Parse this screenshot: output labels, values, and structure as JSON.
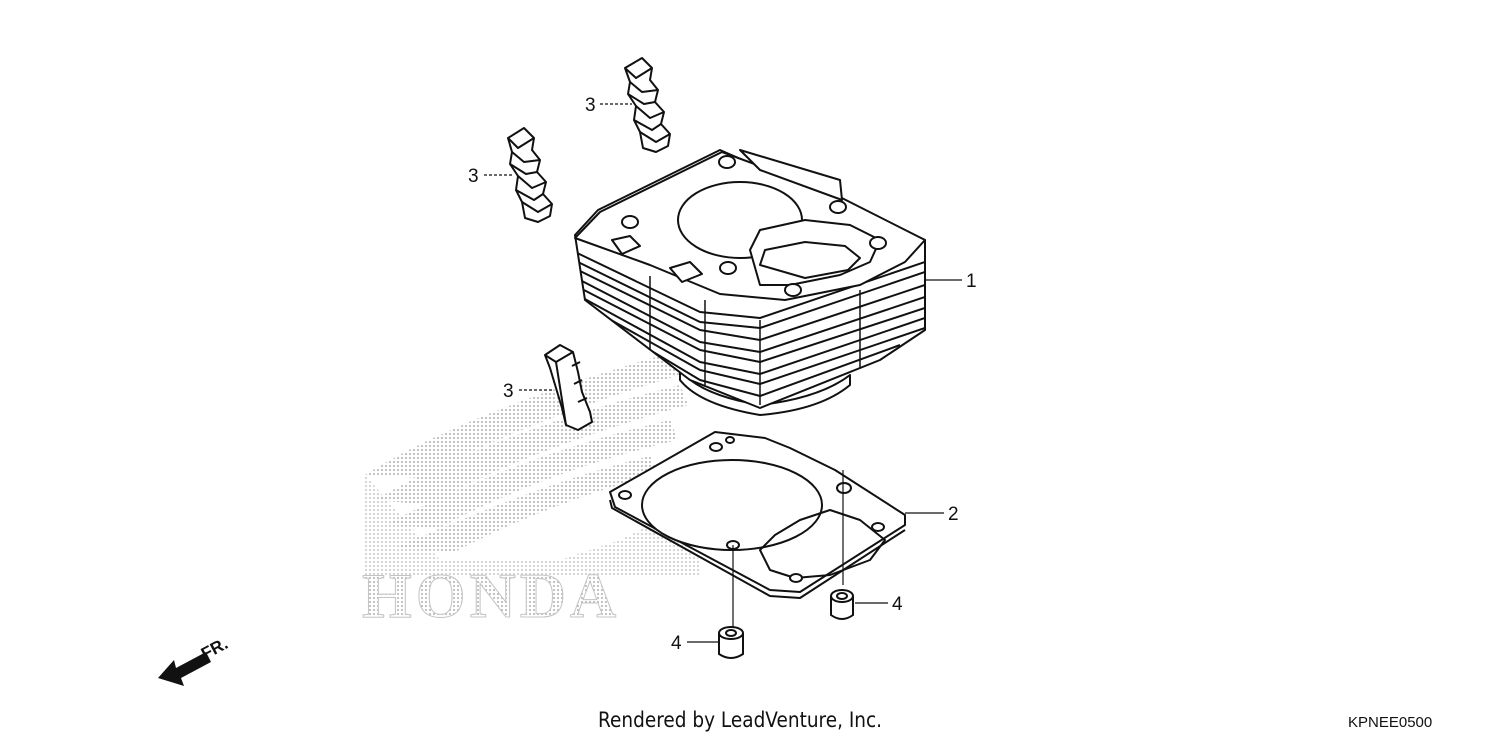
{
  "diagram": {
    "watermark_text": "HONDA",
    "direction_label": "FR.",
    "callouts": [
      {
        "id": "cylinder",
        "label": "1"
      },
      {
        "id": "gasket",
        "label": "2"
      },
      {
        "id": "rubber-upper-right",
        "label": "3"
      },
      {
        "id": "rubber-upper-left",
        "label": "3"
      },
      {
        "id": "rubber-lower",
        "label": "3"
      },
      {
        "id": "dowel-right",
        "label": "4"
      },
      {
        "id": "dowel-left",
        "label": "4"
      }
    ]
  },
  "footer": {
    "credit": "Rendered by LeadVenture, Inc.",
    "code": "KPNEE0500"
  },
  "colors": {
    "line": "#111111",
    "watermark": "#c4c4c4",
    "background": "#ffffff"
  }
}
